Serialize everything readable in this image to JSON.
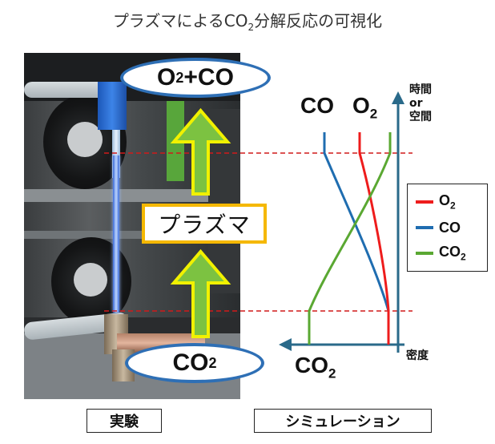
{
  "title": {
    "before": "プラズマによるCO",
    "sub": "2",
    "after": "分解反応の可視化"
  },
  "photo": {
    "oval_top": {
      "a": "O",
      "a_sub": "2",
      "b": "+CO"
    },
    "plasma_label": "プラズマ",
    "oval_bottom": {
      "a": "CO",
      "a_sub": "2"
    },
    "caption": "実験"
  },
  "simulation": {
    "label_co": "CO",
    "label_o2": {
      "a": "O",
      "a_sub": "2"
    },
    "label_co2": {
      "a": "CO",
      "a_sub": "2"
    },
    "axis_y_label": [
      "時間",
      "or",
      "空間"
    ],
    "axis_x_label": "密度",
    "legend": [
      {
        "text": "O",
        "sub": "2",
        "color": "#ee1c1c"
      },
      {
        "text": "CO",
        "sub": "",
        "color": "#1f6db0"
      },
      {
        "text": "CO",
        "sub": "2",
        "color": "#5aa832"
      }
    ],
    "caption": "シミュレーション"
  },
  "colors": {
    "axis": "#2a6a8a",
    "dashed": "#d11a1a",
    "o2": "#ee1c1c",
    "co": "#1f6db0",
    "co2": "#5aa832",
    "arrow_fill": "#7cc241",
    "arrow_outline": "#f1f100",
    "oval_border": "#2e6fb5",
    "plasma_border": "#f5b800"
  }
}
